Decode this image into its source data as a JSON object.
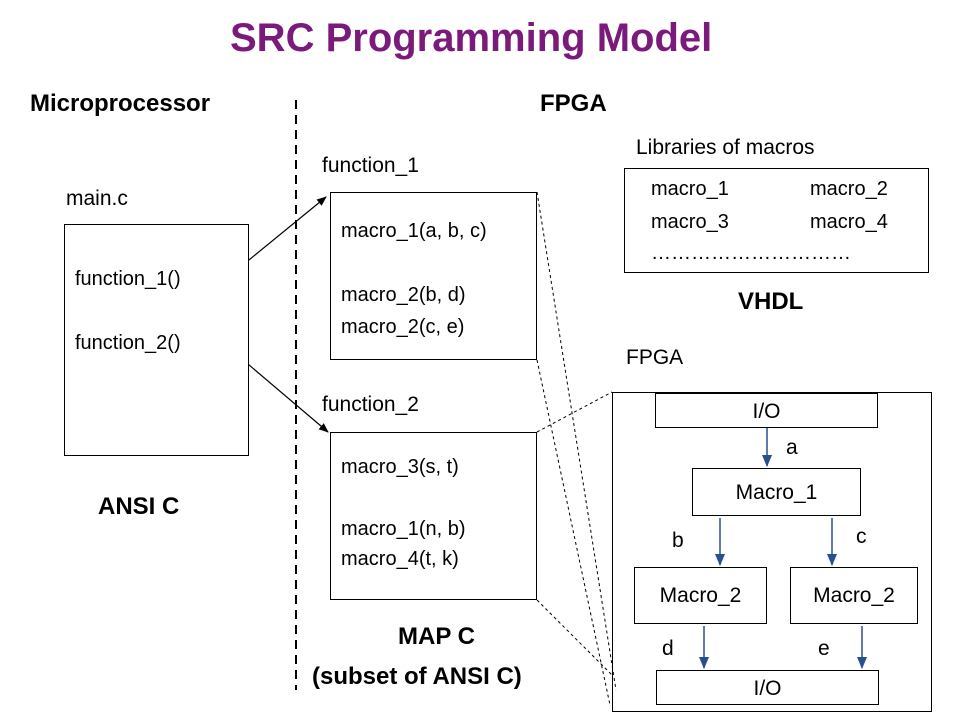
{
  "title": "SRC Programming Model",
  "headers": {
    "left": "Microprocessor",
    "right": "FPGA"
  },
  "main_c": {
    "filename": "main.c",
    "lines": [
      "function_1()",
      "function_2()"
    ],
    "language": "ANSI C"
  },
  "function_1": {
    "label": "function_1",
    "lines": [
      "macro_1(a, b, c)",
      "macro_2(b, d)",
      "macro_2(c, e)"
    ]
  },
  "function_2": {
    "label": "function_2",
    "lines": [
      "macro_3(s, t)",
      "macro_1(n, b)",
      "macro_4(t, k)"
    ]
  },
  "map_c": {
    "line1": "MAP C",
    "line2": "(subset of ANSI C)"
  },
  "libraries": {
    "label": "Libraries of macros",
    "items": [
      "macro_1",
      "macro_2",
      "macro_3",
      "macro_4"
    ],
    "ellipsis": "…………………………",
    "language": "VHDL"
  },
  "fpga_detail": {
    "label": "FPGA",
    "io_top": "I/O",
    "macro_1": "Macro_1",
    "macro_2_left": "Macro_2",
    "macro_2_right": "Macro_2",
    "io_bottom": "I/O",
    "edges": {
      "a": "a",
      "b": "b",
      "c": "c",
      "d": "d",
      "e": "e"
    }
  }
}
